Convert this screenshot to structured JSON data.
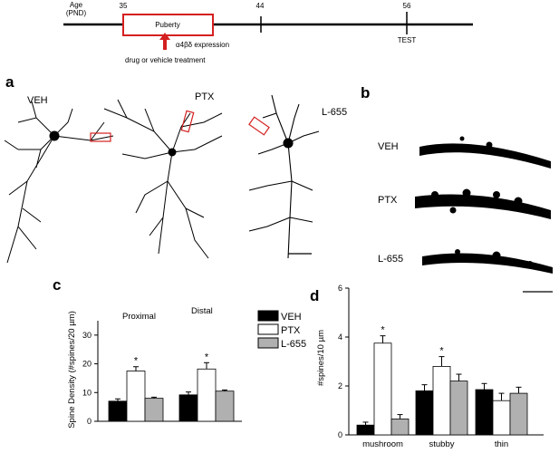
{
  "timeline": {
    "age_label": "Age",
    "age_unit": "(PND)",
    "ticks": [
      35,
      44,
      56
    ],
    "puberty_label": "Puberty",
    "expression_label": "α4βδ expression",
    "treatment_label": "drug or  vehicle treatment",
    "test_label": "TEST",
    "colors": {
      "puberty_box": "#d42020",
      "arrow": "#d42020"
    }
  },
  "panel_a": {
    "letter": "a",
    "labels": [
      "VEH",
      "PTX",
      "L-655"
    ],
    "highlight_color": "#d42020"
  },
  "panel_b": {
    "letter": "b",
    "labels": [
      "VEH",
      "PTX",
      "L-655"
    ]
  },
  "panel_c": {
    "letter": "c",
    "group_labels": [
      "Proximal",
      "Distal"
    ]
  },
  "panel_d": {
    "letter": "d"
  },
  "chart_data": [
    {
      "panel": "c",
      "type": "bar",
      "categories": [
        "Proximal",
        "Distal"
      ],
      "ylabel": "Spine Density (#spines/20 µm)",
      "ylim": [
        0,
        35
      ],
      "yticks": [
        0,
        10,
        20,
        30
      ],
      "legend": {
        "position": "top-right",
        "entries": [
          "VEH",
          "PTX",
          "L-655"
        ]
      },
      "series": [
        {
          "name": "VEH",
          "color": "#000000",
          "values": [
            7.0,
            9.2
          ],
          "errors": [
            0.8,
            1.0
          ]
        },
        {
          "name": "PTX",
          "color": "#ffffff",
          "values": [
            17.5,
            18.2
          ],
          "errors": [
            1.5,
            2.2
          ]
        },
        {
          "name": "L-655",
          "color": "#b0b0b0",
          "values": [
            8.0,
            10.5
          ],
          "errors": [
            0.4,
            0.4
          ]
        }
      ],
      "significance": [
        {
          "category": 0,
          "series": 1,
          "mark": "*"
        },
        {
          "category": 1,
          "series": 1,
          "mark": "*"
        }
      ]
    },
    {
      "panel": "d",
      "type": "bar",
      "categories": [
        "mushroom",
        "stubby",
        "thin"
      ],
      "ylabel": "#spines/10  µm",
      "ylim": [
        0,
        6
      ],
      "yticks": [
        0,
        2,
        4,
        6
      ],
      "series": [
        {
          "name": "VEH",
          "color": "#000000",
          "values": [
            0.4,
            1.8,
            1.85
          ],
          "errors": [
            0.12,
            0.25,
            0.25
          ]
        },
        {
          "name": "PTX",
          "color": "#ffffff",
          "values": [
            3.75,
            2.8,
            1.4
          ],
          "errors": [
            0.3,
            0.4,
            0.3
          ]
        },
        {
          "name": "L-655",
          "color": "#b0b0b0",
          "values": [
            0.65,
            2.2,
            1.7
          ],
          "errors": [
            0.18,
            0.28,
            0.25
          ]
        }
      ],
      "significance": [
        {
          "category": 0,
          "series": 1,
          "mark": "*"
        },
        {
          "category": 1,
          "series": 1,
          "mark": "*"
        }
      ]
    }
  ]
}
